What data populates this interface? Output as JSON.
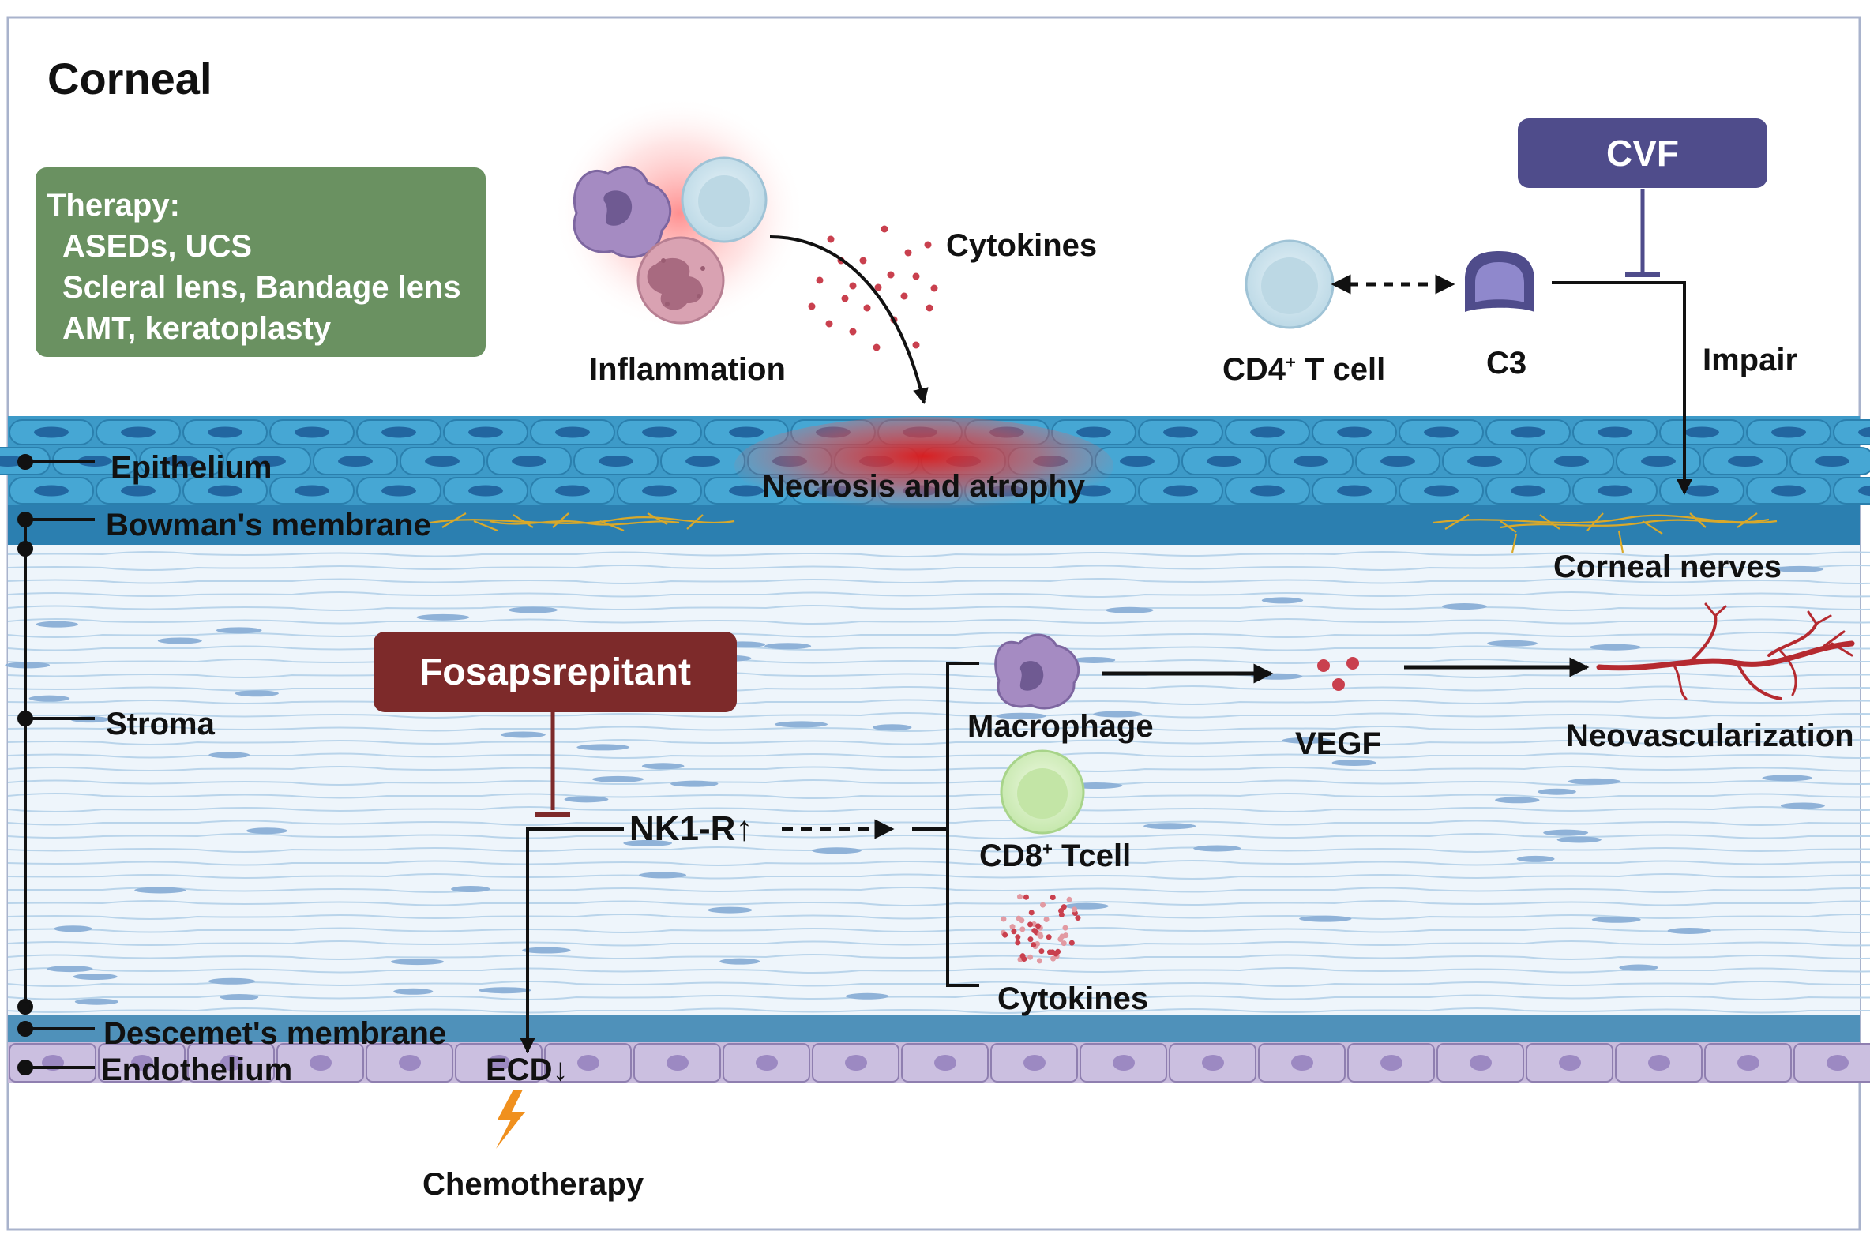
{
  "title": "Corneal",
  "therapy": {
    "heading": "Therapy:",
    "items": [
      "ASEDs, UCS",
      "Scleral lens, Bandage lens",
      "AMT, keratoplasty"
    ]
  },
  "top_labels": {
    "inflammation": "Inflammation",
    "cytokines": "Cytokines",
    "necrosis": "Necrosis and atrophy",
    "cvf": "CVF",
    "cd4_prefix": "CD4",
    "cd4_sup": "+",
    "cd4_suffix": " T cell",
    "c3": "C3",
    "impair": "Impair",
    "corneal_nerves": "Corneal nerves"
  },
  "layers": {
    "epithelium": "Epithelium",
    "bowman": "Bowman's membrane",
    "stroma": "Stroma",
    "descemet": "Descemet's membrane",
    "endothelium": "Endothelium"
  },
  "stroma_labels": {
    "fosaprepitant": "Fosapsrepitant",
    "nk1r": "NK1-R↑",
    "macrophage": "Macrophage",
    "cd8_prefix": "CD8",
    "cd8_sup": "+",
    "cd8_suffix": " Tcell",
    "cytokines": "Cytokines",
    "vegf": "VEGF",
    "neovascularization": "Neovascularization"
  },
  "bottom_labels": {
    "ecd": "ECD↓",
    "chemotherapy": "Chemotherapy"
  },
  "colors": {
    "therapy_box": "#6a9161",
    "cvf_box": "#4f4c8b",
    "fosaprepitant_box": "#7d2a2a",
    "epithelium": "#3d9ac8",
    "bowman": "#2b7fb0",
    "stroma": "#eef5fb",
    "descemet": "#4f91ba",
    "endothelium": "#c8bbdc",
    "nerves": "#d9a92a",
    "necrosis": "#e02020",
    "vessel": "#b52a30",
    "lightning": "#f0901e"
  }
}
